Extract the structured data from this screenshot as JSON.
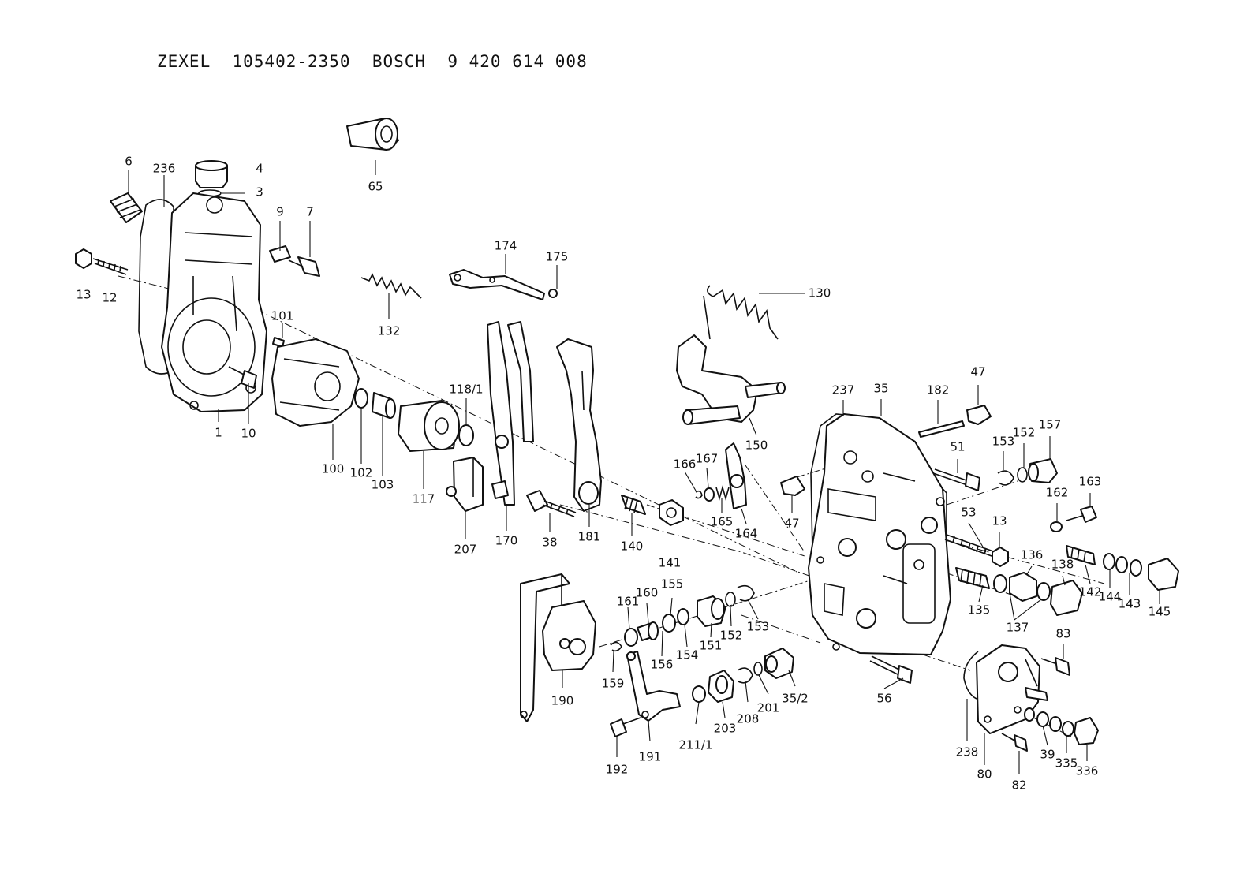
{
  "title": "ZEXEL  105402-2350  BOSCH  9 420 614 008",
  "labels": [
    "6",
    "236",
    "4",
    "3",
    "65",
    "9",
    "7",
    "13",
    "12",
    "101",
    "132",
    "174",
    "175",
    "130",
    "1",
    "10",
    "100",
    "102",
    "103",
    "117",
    "118/1",
    "207",
    "170",
    "38",
    "181",
    "140",
    "166",
    "167",
    "165",
    "164",
    "150",
    "237",
    "35",
    "182",
    "47",
    "51",
    "153",
    "152",
    "157",
    "163",
    "162",
    "47",
    "53",
    "13",
    "136",
    "138",
    "142",
    "144",
    "143",
    "145",
    "141",
    "161",
    "160",
    "155",
    "156",
    "154",
    "151",
    "152",
    "153",
    "135",
    "137",
    "83",
    "190",
    "159",
    "191",
    "192",
    "211/1",
    "203",
    "208",
    "201",
    "35/2",
    "56",
    "238",
    "80",
    "82",
    "39",
    "335",
    "336"
  ]
}
